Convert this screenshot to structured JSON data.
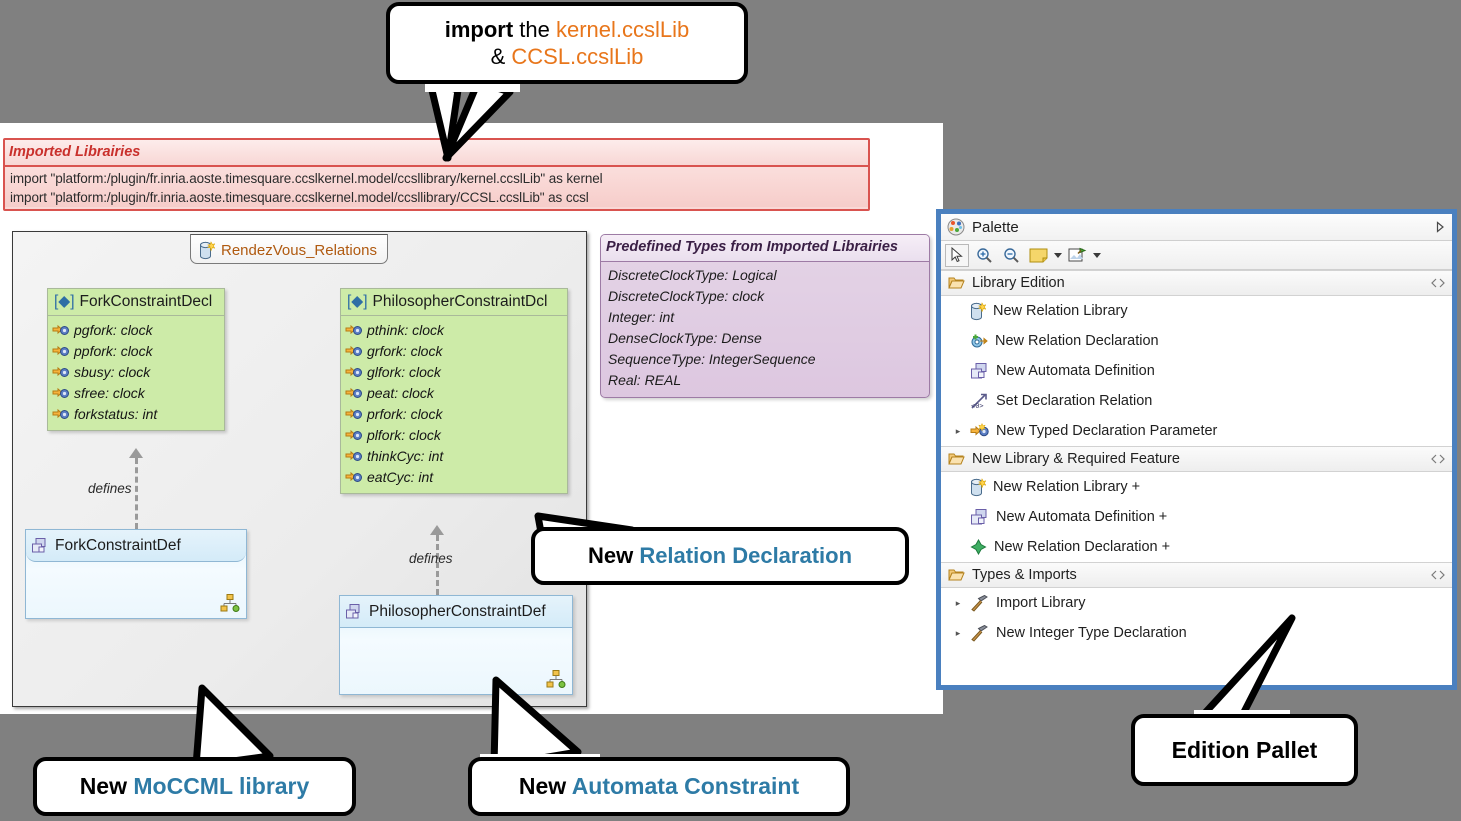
{
  "callouts": {
    "import": {
      "name": "import-callout",
      "line1_bold": "import",
      "line1_mid": " the ",
      "line1_orange": "kernel.ccslLib",
      "line2_amp": "& ",
      "line2_orange": "CCSL.ccslLib"
    },
    "relation_declaration": {
      "black": "New ",
      "blue": "Relation Declaration"
    },
    "moccml_library": {
      "black": "New ",
      "blue": "MoCCML library"
    },
    "automata_constraint": {
      "black": "New ",
      "blue": "Automata Constraint"
    },
    "edition_pallet": {
      "black": "Edition Pallet"
    }
  },
  "imported_libraries": {
    "title": "Imported Librairies",
    "lines": [
      "import \"platform:/plugin/fr.inria.aoste.timesquare.ccslkernel.model/ccsllibrary/kernel.ccslLib\" as kernel",
      "import \"platform:/plugin/fr.inria.aoste.timesquare.ccslkernel.model/ccsllibrary/CCSL.ccslLib\" as ccsl"
    ]
  },
  "diagram": {
    "tab_label": "RendezVous_Relations",
    "tab_icon": "relation-library-icon",
    "defines_label_1": "defines",
    "defines_label_2": "defines",
    "fork_decl": {
      "stereotype": "[◆]",
      "name": "ForkConstraintDecl",
      "attributes": [
        "pgfork: clock",
        "ppfork: clock",
        "sbusy: clock",
        "sfree: clock",
        "forkstatus: int"
      ]
    },
    "philosopher_decl": {
      "stereotype": "[◆]",
      "name": "PhilosopherConstraintDcl",
      "attributes": [
        "pthink: clock",
        "grfork: clock",
        "glfork: clock",
        "peat: clock",
        "prfork: clock",
        "plfork: clock",
        "thinkCyc: int",
        "eatCyc: int"
      ]
    },
    "fork_def": {
      "name": "ForkConstraintDef",
      "icon": "automata-definition-icon"
    },
    "philosopher_def": {
      "name": "PhilosopherConstraintDef",
      "icon": "automata-definition-icon"
    }
  },
  "predefined_types": {
    "title": "Predefined Types from Imported Librairies",
    "entries": [
      "DiscreteClockType: Logical",
      "DiscreteClockType: clock",
      "Integer: int",
      "DenseClockType: Dense",
      "SequenceType: IntegerSequence",
      "Real: REAL"
    ]
  },
  "palette": {
    "title": "Palette",
    "collapse_icon": "chevron-right-icon",
    "toolbar": [
      {
        "name": "select-tool-icon",
        "label": "select"
      },
      {
        "name": "zoom-in-icon",
        "label": "zoom in"
      },
      {
        "name": "zoom-out-icon",
        "label": "zoom out"
      },
      {
        "name": "note-icon",
        "label": "note"
      },
      {
        "name": "note-attachment-icon",
        "label": "note attachment"
      }
    ],
    "groups": [
      {
        "name": "Library Edition",
        "items": [
          {
            "label": "New Relation Library",
            "icon": "relation-library-icon",
            "expandable": false
          },
          {
            "label": "New Relation Declaration",
            "icon": "relation-declaration-icon",
            "expandable": false
          },
          {
            "label": "New Automata Definition",
            "icon": "automata-definition-icon",
            "expandable": false
          },
          {
            "label": "Set Declaration Relation",
            "icon": "set-declaration-relation-icon",
            "expandable": false
          },
          {
            "label": "New Typed Declaration Parameter",
            "icon": "typed-declaration-parameter-icon",
            "expandable": true
          }
        ]
      },
      {
        "name": "New Library & Required Feature",
        "items": [
          {
            "label": "New Relation Library +",
            "icon": "relation-library-icon",
            "expandable": false
          },
          {
            "label": "New Automata Definition +",
            "icon": "automata-definition-icon",
            "expandable": false
          },
          {
            "label": "New Relation Declaration +",
            "icon": "green-diamond-icon",
            "expandable": false
          }
        ]
      },
      {
        "name": "Types & Imports",
        "items": [
          {
            "label": "Import Library",
            "icon": "hammer-icon",
            "expandable": true
          },
          {
            "label": "New Integer Type Declaration",
            "icon": "hammer-icon",
            "expandable": true
          }
        ]
      }
    ]
  },
  "colors": {
    "background": "#808080",
    "accent_blue": "#2e7ba6",
    "accent_orange": "#e8761b",
    "palette_border": "#4a80bf",
    "imported_red": "#d9534f",
    "declaration_green": "#cdeba8",
    "definition_blue": "#ddf0fb",
    "predef_purple": "#ddc7e0"
  }
}
